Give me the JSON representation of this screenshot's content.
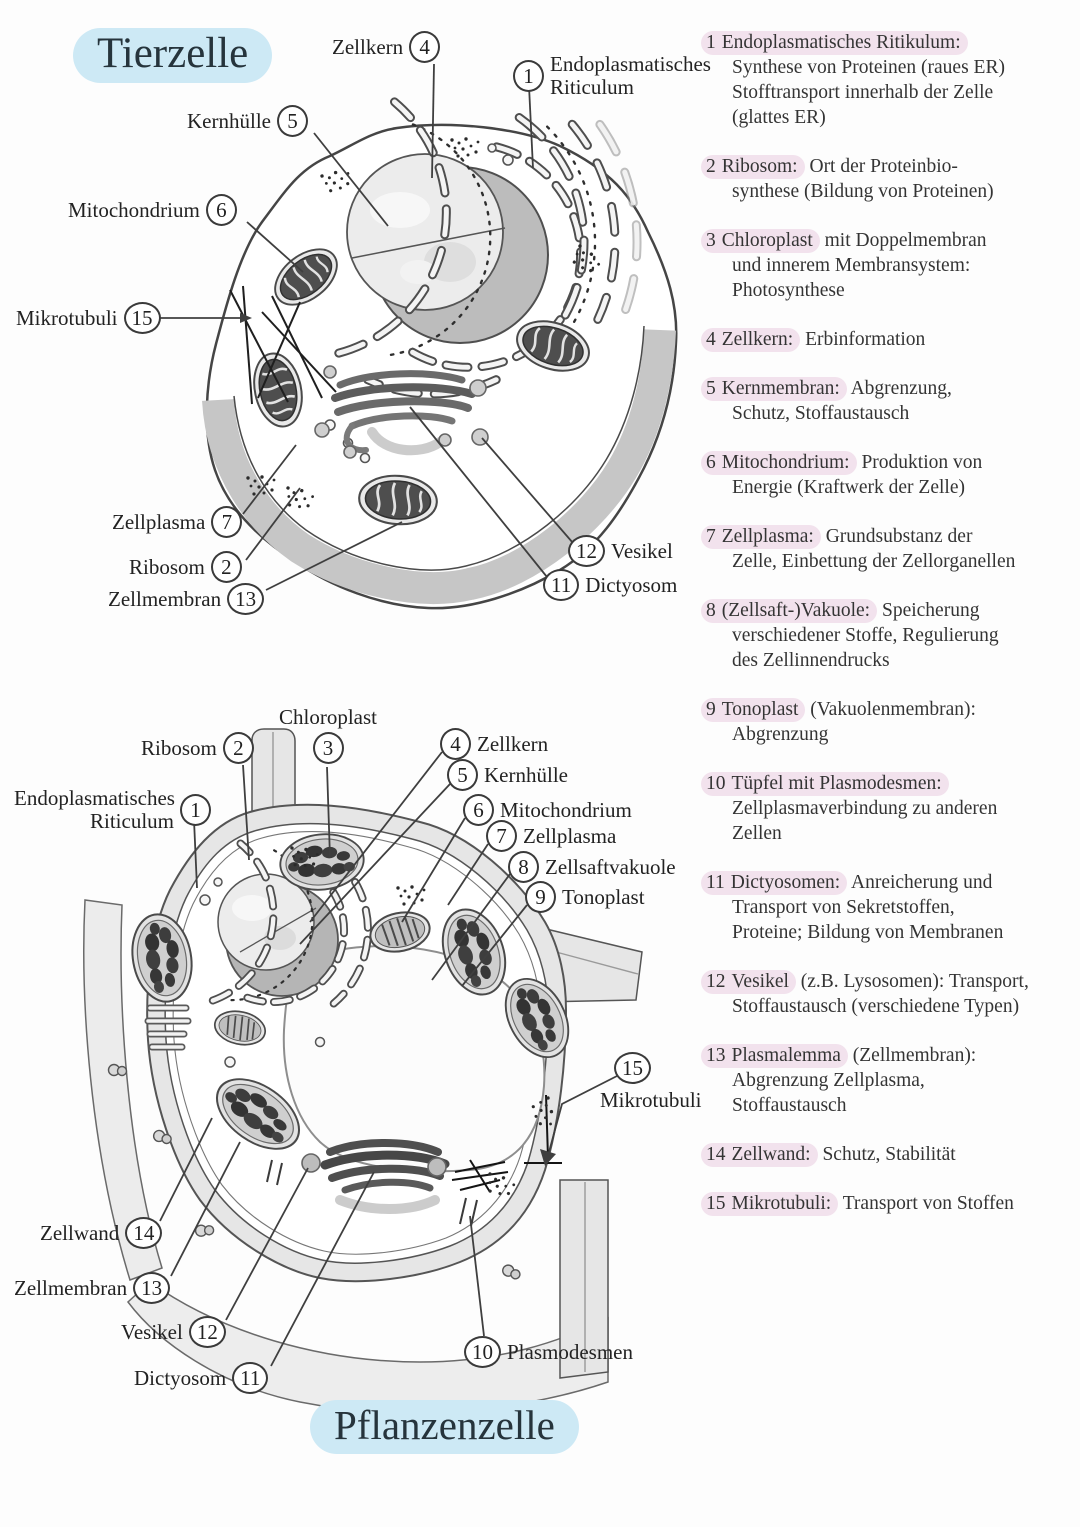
{
  "colors": {
    "title_highlight": "#cde9f5",
    "keyword_highlight": "#f2e2ed",
    "ink": "#2e2e2e"
  },
  "tierzelle": {
    "title": "Tierzelle",
    "labels": [
      {
        "text": "Zellkern",
        "num": "4"
      },
      {
        "text": "Endoplasmatisches\nRiticulum",
        "num": "1"
      },
      {
        "text": "Kernhülle",
        "num": "5"
      },
      {
        "text": "Mitochondrium",
        "num": "6"
      },
      {
        "text": "Mikrotubuli",
        "num": "15"
      },
      {
        "text": "Zellplasma",
        "num": "7"
      },
      {
        "text": "Ribosom",
        "num": "2"
      },
      {
        "text": "Zellmembran",
        "num": "13"
      },
      {
        "text": "Vesikel",
        "num": "12"
      },
      {
        "text": "Dictyosom",
        "num": "11"
      }
    ]
  },
  "pflanzenzelle": {
    "title": "Pflanzenzelle",
    "labels": [
      {
        "text": "Ribosom",
        "num": "2"
      },
      {
        "text": "Chloroplast",
        "num": "3"
      },
      {
        "text": "Endoplasmatisches\nRiticulum",
        "num": "1"
      },
      {
        "text": "Zellkern",
        "num": "4"
      },
      {
        "text": "Kernhülle",
        "num": "5"
      },
      {
        "text": "Mitochondrium",
        "num": "6"
      },
      {
        "text": "Zellplasma",
        "num": "7"
      },
      {
        "text": "Zellsaftvakuole",
        "num": "8"
      },
      {
        "text": "Tonoplast",
        "num": "9"
      },
      {
        "text": "Mikrotubuli",
        "num": "15"
      },
      {
        "text": "Zellwand",
        "num": "14"
      },
      {
        "text": "Zellmembran",
        "num": "13"
      },
      {
        "text": "Vesikel",
        "num": "12"
      },
      {
        "text": "Dictyosom",
        "num": "11"
      },
      {
        "text": "Plasmodesmen",
        "num": "10"
      }
    ]
  },
  "legend": {
    "items": [
      {
        "num": "1",
        "term": "Endoplasmatisches Ritikulum:",
        "rest": "\nSynthese von Proteinen (raues ER)\nStofftransport innerhalb der Zelle\n(glattes ER)"
      },
      {
        "num": "2",
        "term": "Ribosom:",
        "rest": " Ort der Proteinbio-\nsynthese (Bildung von Proteinen)"
      },
      {
        "num": "3",
        "term": "Chloroplast",
        "rest": " mit Doppelmembran\nund innerem Membransystem:\nPhotosynthese"
      },
      {
        "num": "4",
        "term": "Zellkern:",
        "rest": " Erbinformation"
      },
      {
        "num": "5",
        "term": "Kernmembran:",
        "rest": " Abgrenzung,\nSchutz, Stoffaustausch"
      },
      {
        "num": "6",
        "term": "Mitochondrium:",
        "rest": " Produktion von\nEnergie (Kraftwerk der Zelle)"
      },
      {
        "num": "7",
        "term": "Zellplasma:",
        "rest": " Grundsubstanz der\nZelle, Einbettung der Zellorganellen"
      },
      {
        "num": "8",
        "term": "(Zellsaft-)Vakuole:",
        "rest": " Speicherung\nverschiedener Stoffe, Regulierung\ndes Zellinnendrucks"
      },
      {
        "num": "9",
        "term": "Tonoplast",
        "rest": " (Vakuolenmembran):\nAbgrenzung"
      },
      {
        "num": "10",
        "term": "Tüpfel mit Plasmodesmen:",
        "rest": "\nZellplasmaverbindung zu anderen\nZellen"
      },
      {
        "num": "11",
        "term": "Dictyosomen:",
        "rest": " Anreicherung und\nTransport von Sekretstoffen,\nProteine; Bildung von Membranen"
      },
      {
        "num": "12",
        "term": "Vesikel",
        "rest": " (z.B. Lysosomen): Transport,\nStoffaustausch (verschiedene Typen)"
      },
      {
        "num": "13",
        "term": "Plasmalemma",
        "rest": " (Zellmembran):\nAbgrenzung Zellplasma,\nStoffaustausch"
      },
      {
        "num": "14",
        "term": "Zellwand:",
        "rest": " Schutz, Stabilität"
      },
      {
        "num": "15",
        "term": "Mikrotubuli:",
        "rest": " Transport von Stoffen"
      }
    ]
  }
}
